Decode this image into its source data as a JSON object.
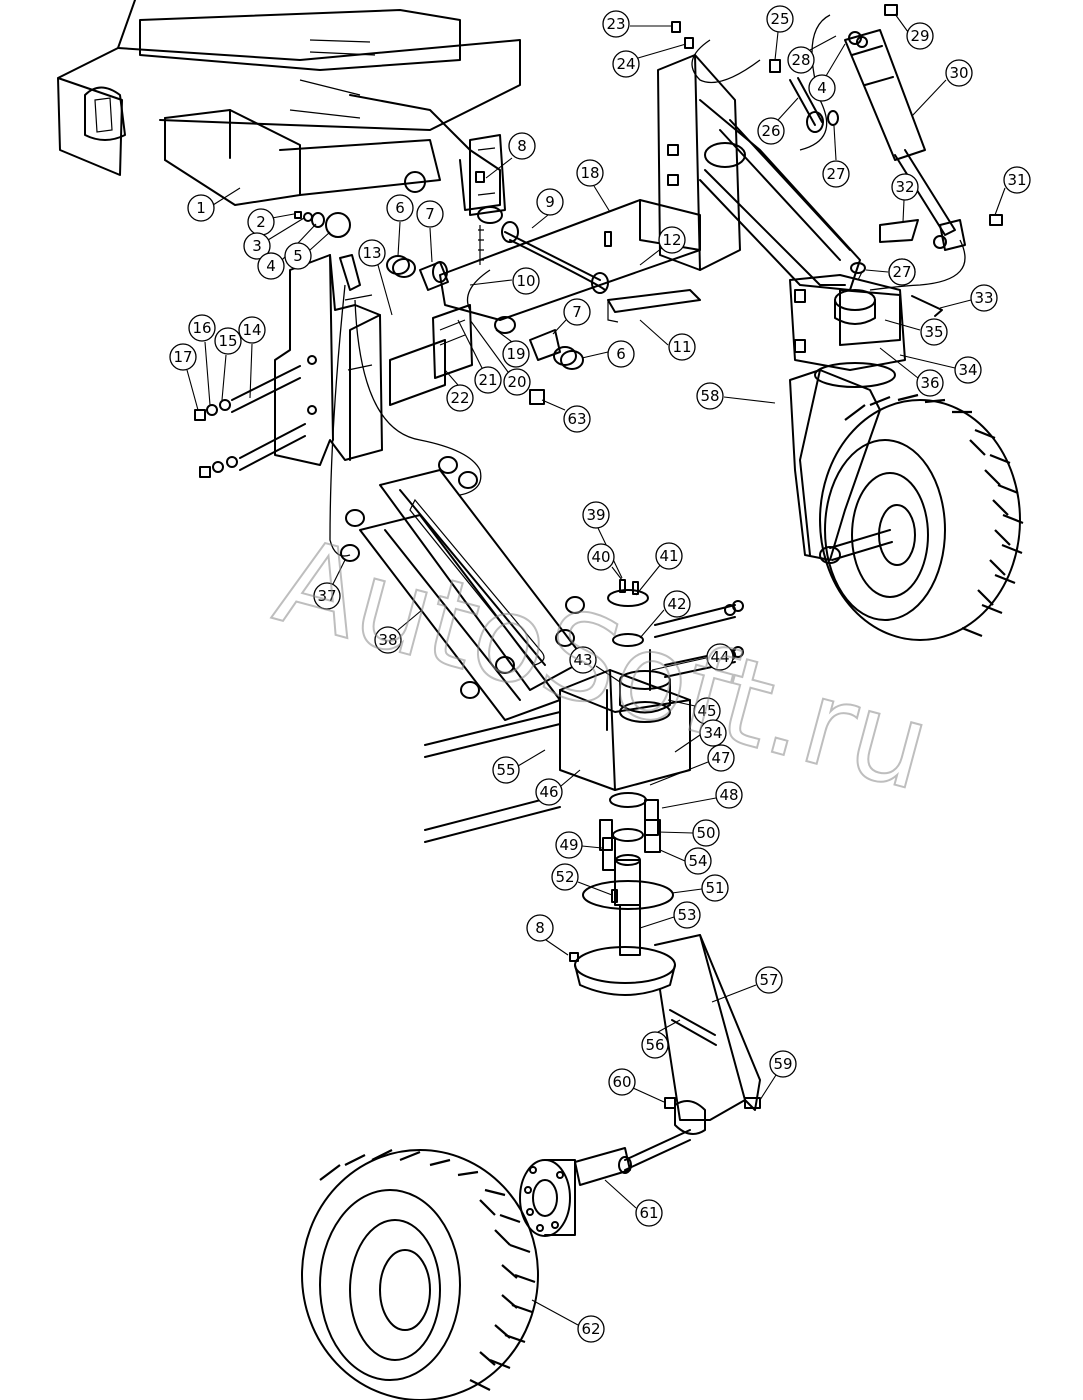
{
  "watermark": {
    "text": "AutoSoft.ru"
  },
  "callouts": [
    {
      "label": "1"
    },
    {
      "label": "2"
    },
    {
      "label": "3"
    },
    {
      "label": "4"
    },
    {
      "label": "5"
    },
    {
      "label": "6"
    },
    {
      "label": "7"
    },
    {
      "label": "8"
    },
    {
      "label": "9"
    },
    {
      "label": "10"
    },
    {
      "label": "11"
    },
    {
      "label": "12"
    },
    {
      "label": "13"
    },
    {
      "label": "14"
    },
    {
      "label": "15"
    },
    {
      "label": "16"
    },
    {
      "label": "17"
    },
    {
      "label": "18"
    },
    {
      "label": "19"
    },
    {
      "label": "20"
    },
    {
      "label": "21"
    },
    {
      "label": "22"
    },
    {
      "label": "23"
    },
    {
      "label": "24"
    },
    {
      "label": "25"
    },
    {
      "label": "26"
    },
    {
      "label": "27"
    },
    {
      "label": "28"
    },
    {
      "label": "4"
    },
    {
      "label": "29"
    },
    {
      "label": "30"
    },
    {
      "label": "27"
    },
    {
      "label": "31"
    },
    {
      "label": "32"
    },
    {
      "label": "27"
    },
    {
      "label": "33"
    },
    {
      "label": "35"
    },
    {
      "label": "34"
    },
    {
      "label": "36"
    },
    {
      "label": "58"
    },
    {
      "label": "63"
    },
    {
      "label": "7"
    },
    {
      "label": "6"
    },
    {
      "label": "37"
    },
    {
      "label": "38"
    },
    {
      "label": "39"
    },
    {
      "label": "40"
    },
    {
      "label": "41"
    },
    {
      "label": "42"
    },
    {
      "label": "43"
    },
    {
      "label": "44"
    },
    {
      "label": "45"
    },
    {
      "label": "34"
    },
    {
      "label": "47"
    },
    {
      "label": "48"
    },
    {
      "label": "55"
    },
    {
      "label": "46"
    },
    {
      "label": "49"
    },
    {
      "label": "50"
    },
    {
      "label": "54"
    },
    {
      "label": "52"
    },
    {
      "label": "51"
    },
    {
      "label": "53"
    },
    {
      "label": "8"
    },
    {
      "label": "57"
    },
    {
      "label": "56"
    },
    {
      "label": "59"
    },
    {
      "label": "60"
    },
    {
      "label": "61"
    },
    {
      "label": "62"
    }
  ]
}
